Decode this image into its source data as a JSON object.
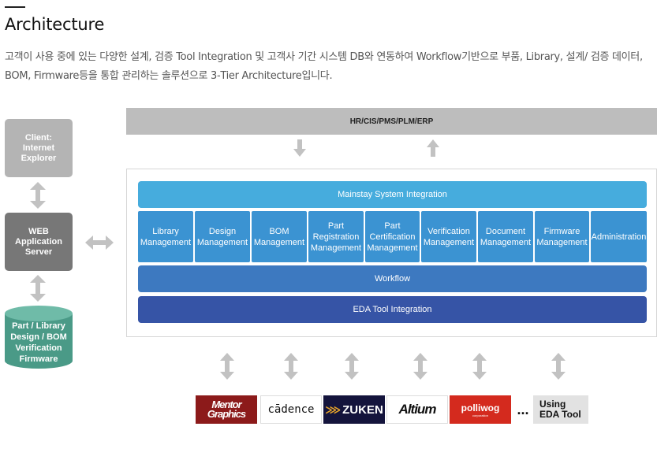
{
  "header": {
    "title": "Architecture",
    "description": "고객이 사용 중에 있는 다양한 설계, 검증 Tool Integration 및 고객사 기간 시스템 DB와 연동하여 Workflow기반으로 부품, Library, 설계/ 검증 데이터, BOM, Firmware등을 통합 관리하는 솔루션으로 3-Tier Architecture입니다."
  },
  "left": {
    "client": [
      "Client:",
      "Internet",
      "Explorer"
    ],
    "web": [
      "WEB",
      "Application",
      "Server"
    ],
    "db": [
      "Part / Library",
      "Design / BOM",
      "Verification",
      "Firmware"
    ]
  },
  "external_bar": "HR/CIS/PMS/PLM/ERP",
  "mainstay": "Mainstay System Integration",
  "modules": [
    [
      "Library",
      "Management"
    ],
    [
      "Design",
      "Management"
    ],
    [
      "BOM",
      "Management"
    ],
    [
      "Part",
      "Registration",
      "Management"
    ],
    [
      "Part",
      "Certification",
      "Management"
    ],
    [
      "Verification",
      "Management"
    ],
    [
      "Document",
      "Management"
    ],
    [
      "Firmware",
      "Management"
    ],
    [
      "Administration"
    ]
  ],
  "workflow": "Workflow",
  "eda": "EDA Tool Integration",
  "vendors": {
    "mentor": [
      "Mentor",
      "Graphics"
    ],
    "cadence": "cādence",
    "zuken": "ZUKEN",
    "altium": "Altium",
    "polliwog": "polliwog",
    "polliwog_sub": "corporation",
    "dots": "...",
    "using": [
      "Using",
      "EDA Tool"
    ]
  },
  "colors": {
    "arrow": "#c2c2c2",
    "mainstay": "#46acdd",
    "modules": "#3b93d2",
    "workflow": "#3d79c0",
    "eda": "#3654a6",
    "db": "#4a9a87"
  }
}
